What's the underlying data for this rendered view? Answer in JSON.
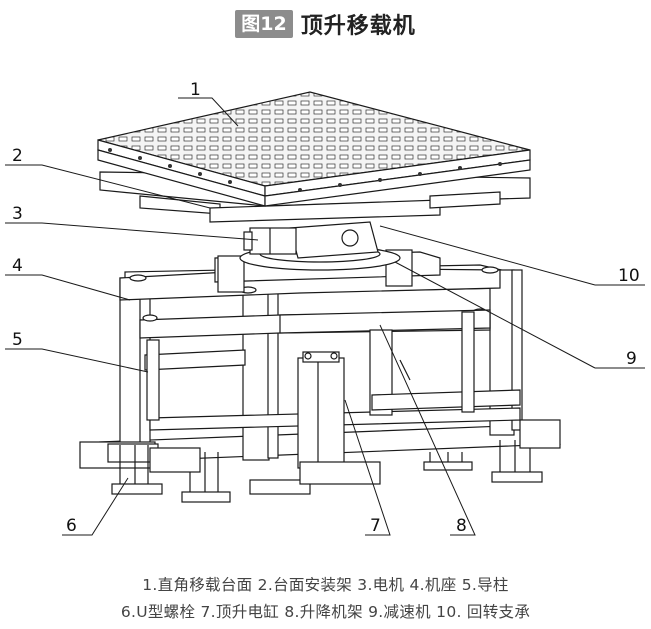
{
  "title": {
    "badge": "图12",
    "text": "顶升移载机"
  },
  "callouts": [
    "1",
    "2",
    "3",
    "4",
    "5",
    "6",
    "7",
    "8",
    "9",
    "10"
  ],
  "caption": {
    "line1": "1.直角移载台面 2.台面安装架 3.电机 4.机座 5.导柱",
    "line2": "6.U型螺栓 7.顶升电缸 8.升降机架 9.减速机 10. 回转支承"
  }
}
